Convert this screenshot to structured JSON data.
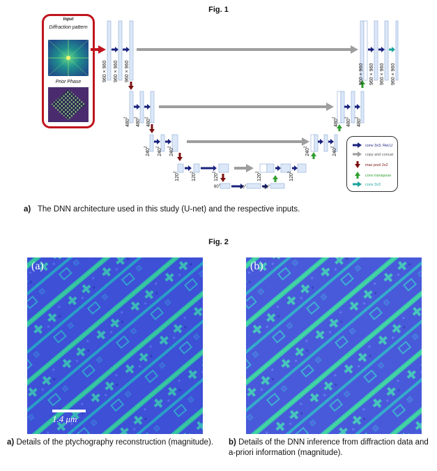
{
  "fig1": {
    "title": "Fig. 1",
    "input_box": {
      "label": "Input",
      "diffraction": "Diffraction pattern",
      "prior": "Prior Phase"
    },
    "dims": {
      "d960": "960 × 960",
      "d480": "480",
      "d240": "240",
      "d120": "120",
      "d60": "60",
      "sq": "2"
    },
    "legend": [
      {
        "label": "conv 3x3, ReLU",
        "color": "#1a237e",
        "icon": "right-arrow-icon"
      },
      {
        "label": "copy and concat",
        "color": "#9e9e9e",
        "icon": "right-arrow-icon"
      },
      {
        "label": "max pool 2x2",
        "color": "#7b1010",
        "icon": "down-arrow-icon"
      },
      {
        "label": "conv transpose",
        "color": "#2e9e2e",
        "icon": "up-arrow-icon"
      },
      {
        "label": "conv 3x3",
        "color": "#1ba39c",
        "icon": "right-arrow-icon"
      }
    ],
    "caption": {
      "tag": "a)",
      "text": "The DNN architecture used in this study (U-net) and the respective inputs."
    }
  },
  "fig2": {
    "title": "Fig. 2",
    "panel_a_label": "(a)",
    "panel_b_label": "(b)",
    "scalebar": "1.4 μm",
    "caption_a": {
      "tag": "a)",
      "text": "Details of the ptychography reconstruction (magnitude)."
    },
    "caption_b": {
      "tag": "b)",
      "text": "Details of the DNN inference from diffraction data and a-priori information (magnitude)."
    }
  }
}
